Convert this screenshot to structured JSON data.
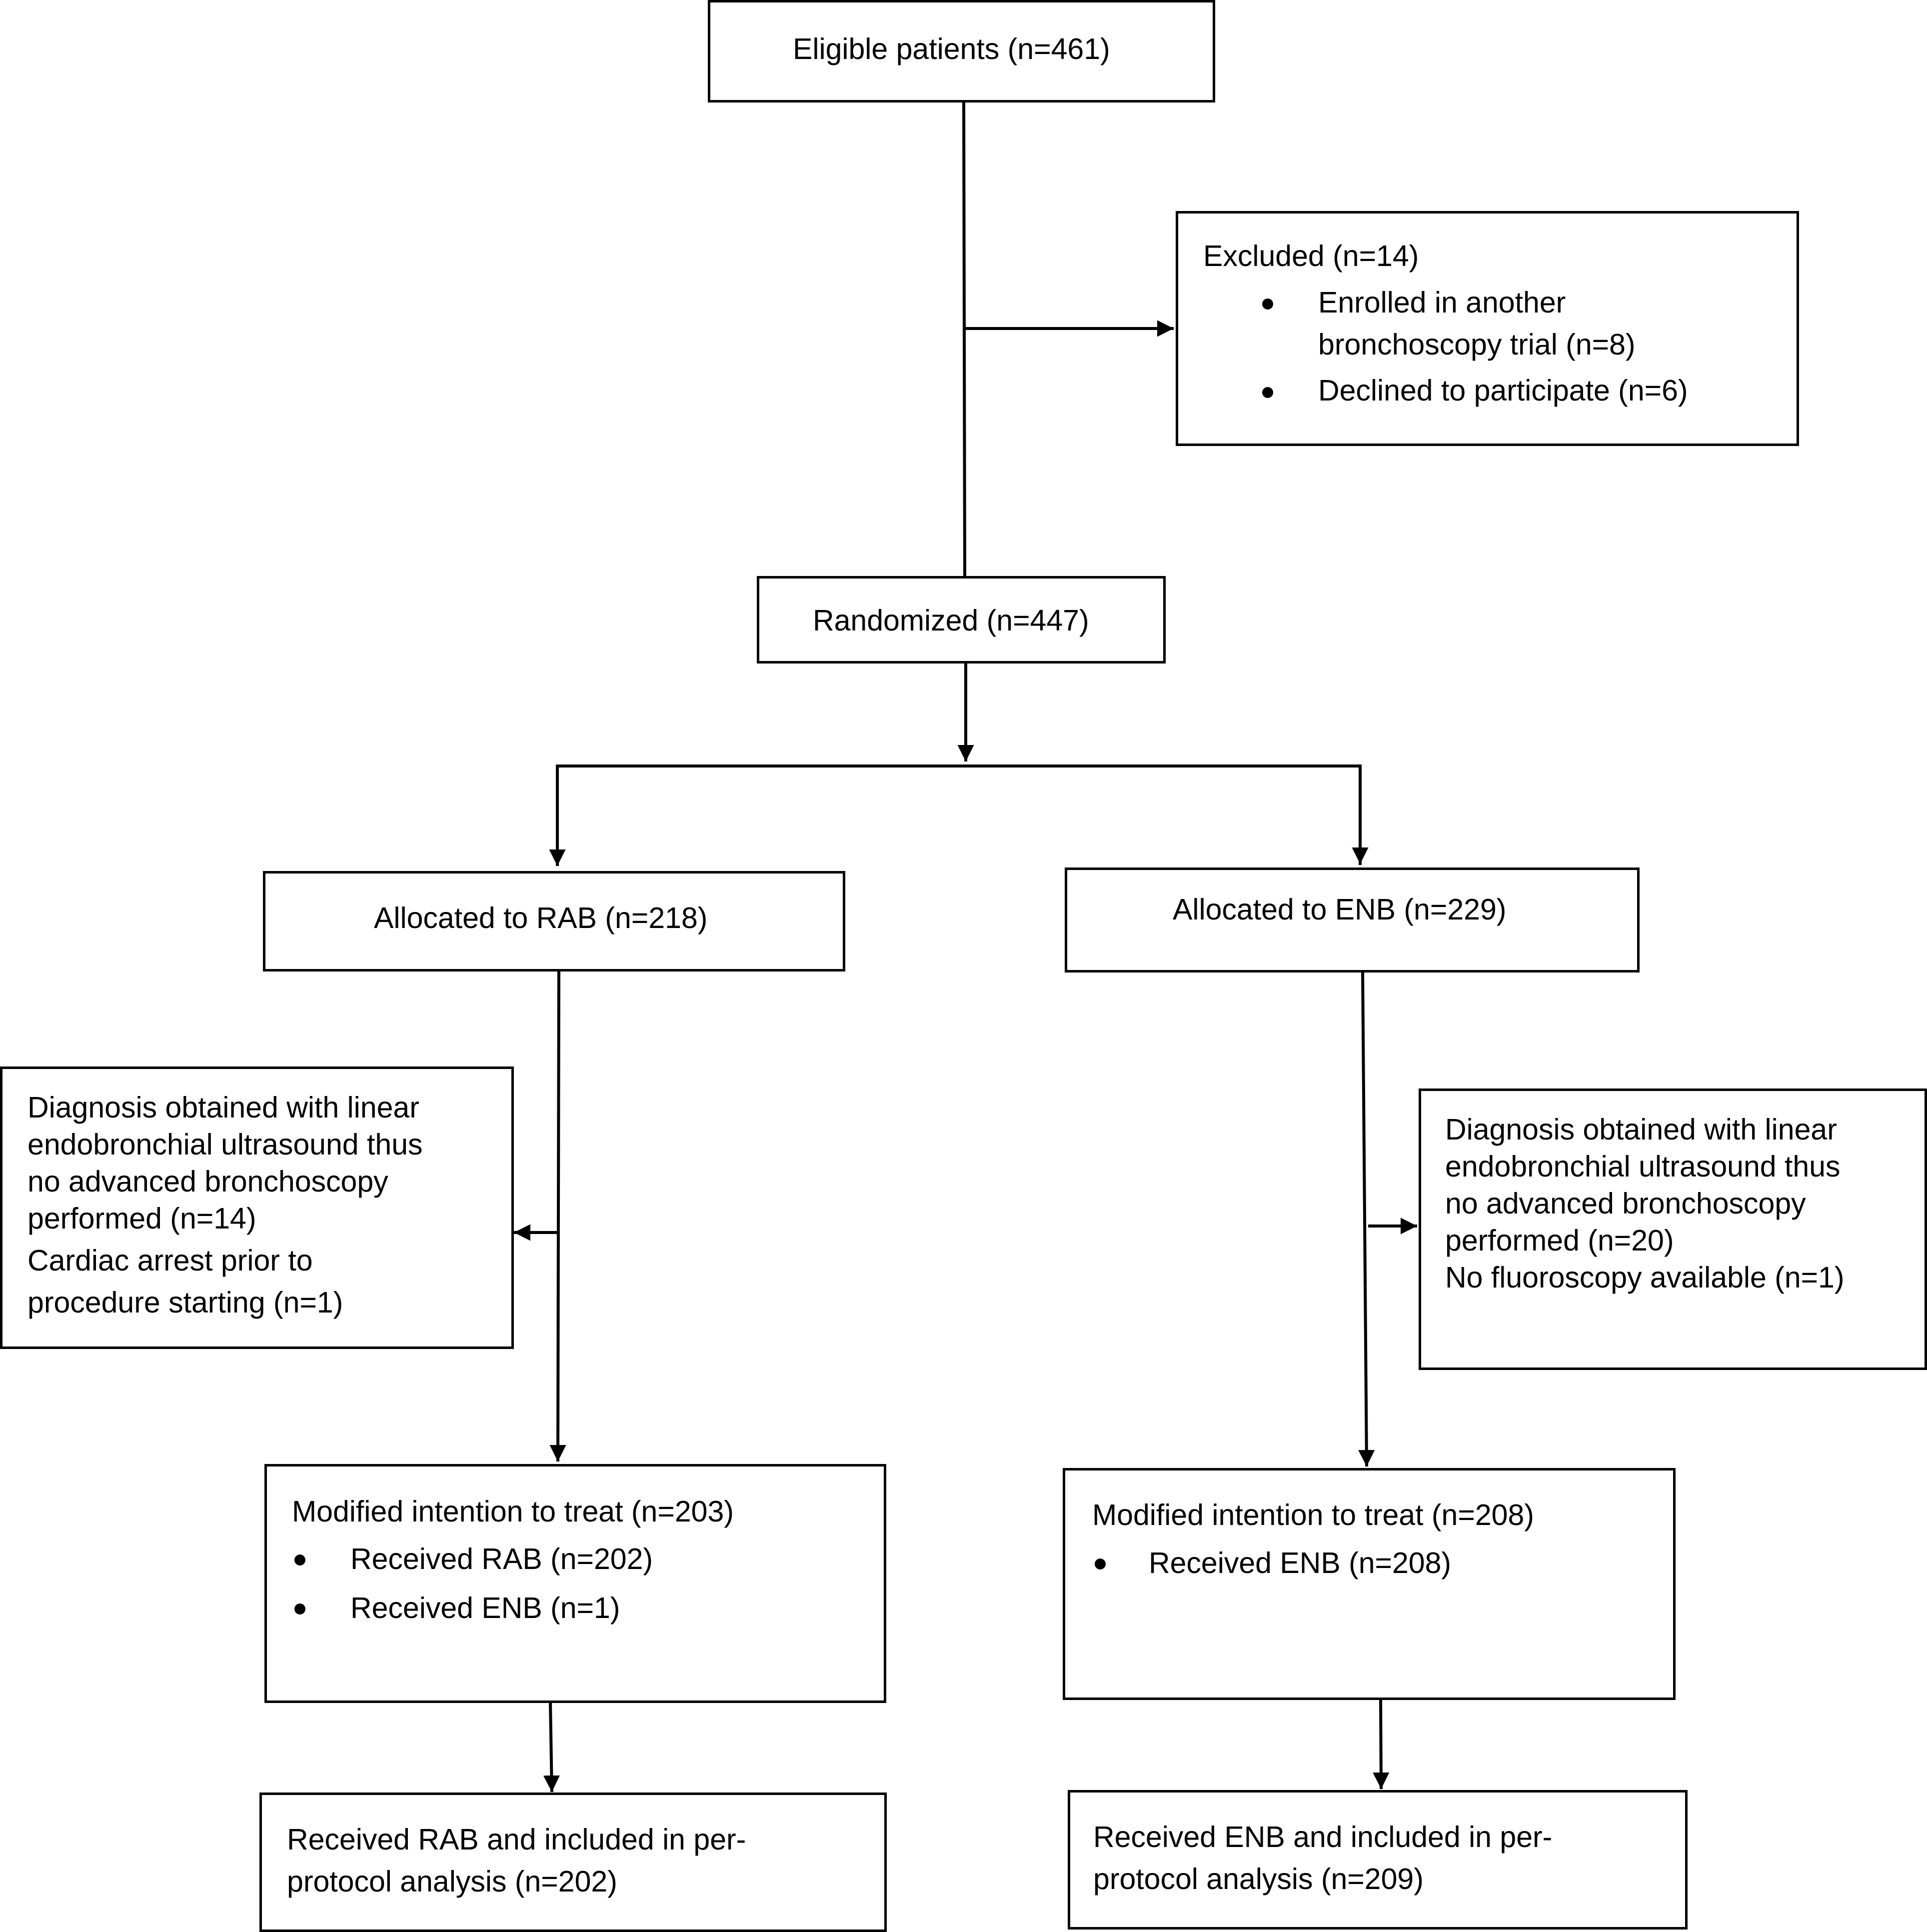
{
  "eligible": {
    "label": "Eligible patients (n=461)"
  },
  "excluded": {
    "title": "Excluded (n=14)",
    "bullets": [
      {
        "lines": [
          "Enrolled in another",
          "bronchoscopy trial (n=8)"
        ]
      },
      {
        "lines": [
          "Declined to participate (n=6)"
        ]
      }
    ]
  },
  "randomized": {
    "label": "Randomized (n=447)"
  },
  "rab_arm": {
    "allocated": "Allocated to RAB (n=218)",
    "exclusion_lines": [
      "Diagnosis obtained with linear",
      "endobronchial ultrasound thus",
      "no advanced bronchoscopy",
      "performed (n=14)",
      "Cardiac arrest prior to",
      "procedure starting (n=1)"
    ],
    "mitt_title": "Modified intention to treat (n=203)",
    "mitt_bullets": [
      "Received RAB (n=202)",
      "Received ENB (n=1)"
    ],
    "per_protocol_lines": [
      "Received RAB and included in per-",
      "protocol analysis (n=202)"
    ]
  },
  "enb_arm": {
    "allocated": "Allocated to ENB (n=229)",
    "exclusion_lines": [
      "Diagnosis obtained with linear",
      "endobronchial ultrasound thus",
      "no advanced bronchoscopy",
      "performed (n=20)",
      "No fluoroscopy available (n=1)"
    ],
    "mitt_title": "Modified intention to treat (n=208)",
    "mitt_bullets": [
      "Received ENB (n=208)"
    ],
    "per_protocol_lines": [
      "Received ENB and included in per-",
      "protocol analysis (n=209)"
    ]
  }
}
